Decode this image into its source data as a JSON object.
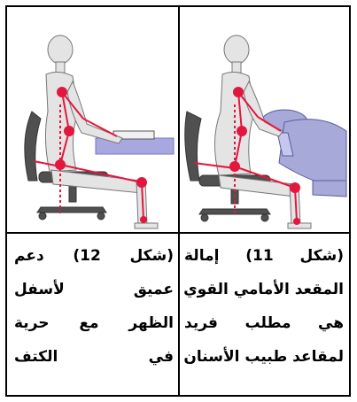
{
  "figures": [
    {
      "position": "left",
      "caption_lines": [
        "(شكل 12) دعم",
        "عميق لأسفل",
        "الظهر مع حرية",
        "في الكتف"
      ]
    },
    {
      "position": "right",
      "caption_lines": [
        "(شكل 11) إمالة",
        "المقعد الأمامي القوي",
        "هي مطلب فريد",
        "لمقاعد طبيب الأسنان"
      ]
    }
  ],
  "colors": {
    "marker": "#e3173d",
    "chair": "#4a4a4a",
    "table": "#a9a7e0",
    "patient": "#a7a9d8",
    "figure": "#d8d8d8"
  }
}
